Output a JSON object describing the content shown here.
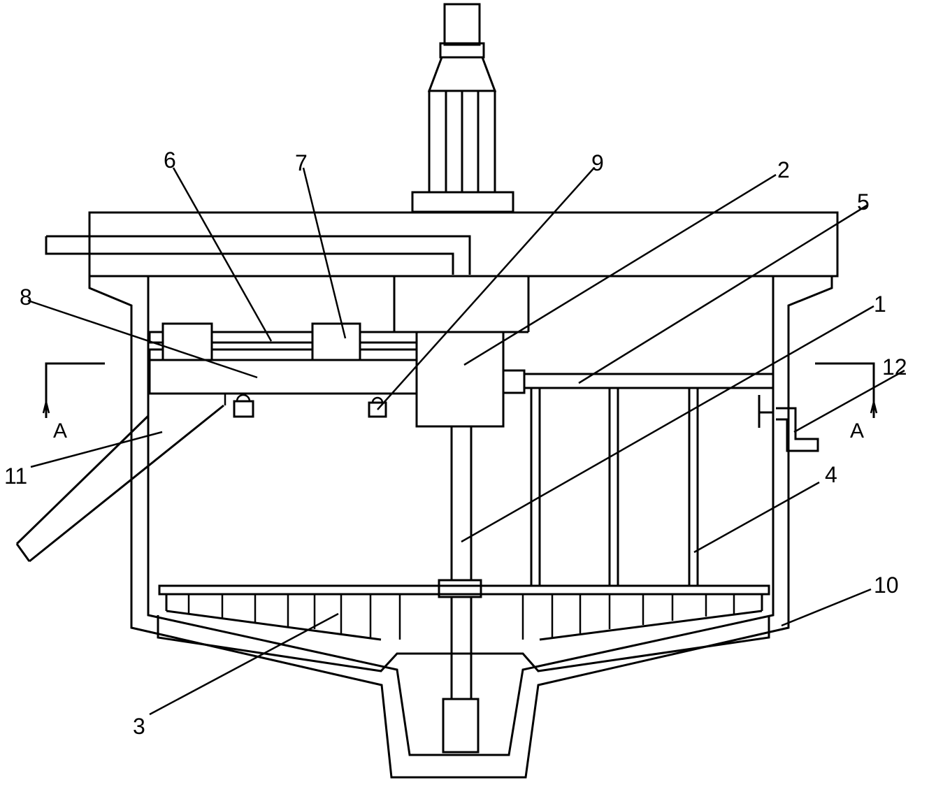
{
  "colors": {
    "stroke": "#000000",
    "background": "#ffffff"
  },
  "section_marks": {
    "left": "A",
    "right": "A"
  },
  "part_labels": {
    "p1": "1",
    "p2": "2",
    "p3": "3",
    "p4": "4",
    "p5": "5",
    "p6": "6",
    "p7": "7",
    "p8": "8",
    "p9": "9",
    "p10": "10",
    "p11": "11",
    "p12": "12"
  }
}
